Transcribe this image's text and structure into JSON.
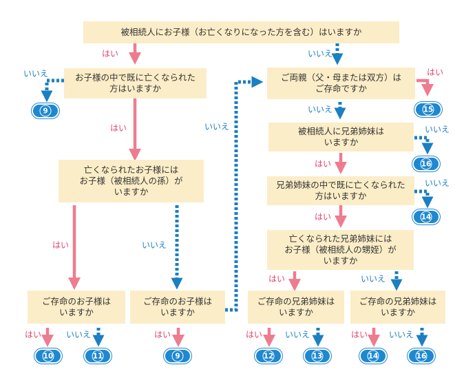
{
  "questions": {
    "q_root": "被相続人にお子様（お亡くなりになった方を含む）はいますか",
    "q_child_deceased": "お子様の中で既に亡くなられた\n方はいますか",
    "q_grandchild": "亡くなられたお子様には\nお子様（被相続人の孫）が\nいますか",
    "q_living_child_a": "ご存命のお子様は\nいますか",
    "q_living_child_b": "ご存命のお子様は\nいますか",
    "q_parents": "ご両親（父・母または双方）は\nご存命ですか",
    "q_siblings": "被相続人に兄弟姉妹は\nいますか",
    "q_sibling_deceased": "兄弟姉妹の中で既に亡くなられた\n方はいますか",
    "q_nephew": "亡くなられた兄弟姉妹には\nお子様（被相続人の甥姪）が\nいますか",
    "q_living_sibling_a": "ご存命の兄弟姉妹は\nいますか",
    "q_living_sibling_b": "ご存命の兄弟姉妹は\nいますか"
  },
  "labels": {
    "yes": "はい",
    "no": "いいえ"
  },
  "results": {
    "r_9_top": "9",
    "r_15": "15",
    "r_16_top": "16",
    "r_14_mid": "14",
    "r_10": "10",
    "r_11": "11",
    "r_9_bottom": "9",
    "r_12": "12",
    "r_13": "13",
    "r_14_bottom": "14",
    "r_16_bottom": "16"
  },
  "colors": {
    "question_fill": "#fbedc7",
    "yes_arrow": "#ee7c8f",
    "yes_text": "#e2446b",
    "no_arrow": "#1b7fc1",
    "no_text": "#1b7fc1",
    "result_fill": "#1e88d0"
  }
}
